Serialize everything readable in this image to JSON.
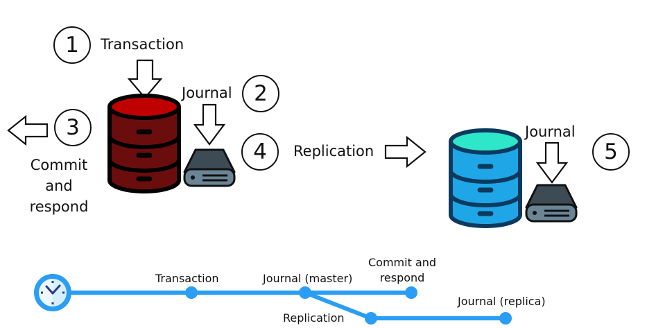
{
  "diagram": {
    "steps": [
      {
        "number": "1",
        "label": "Transaction"
      },
      {
        "number": "2",
        "label": "Journal"
      },
      {
        "number": "3",
        "label": "Commit and respond",
        "label_lines": [
          "Commit",
          "and",
          "respond"
        ]
      },
      {
        "number": "4",
        "label": "Replication"
      },
      {
        "number": "5",
        "label": "Journal"
      }
    ],
    "master": {
      "role": "master",
      "icon": "database-icon",
      "top_color": "#c00000",
      "body_color": "#6b0d0d",
      "outline_color": "#000000",
      "journal_label": "Journal",
      "journal_icon": "hard-drive-icon"
    },
    "replica": {
      "role": "replica",
      "icon": "database-icon",
      "top_color": "#2ee6c8",
      "body_color": "#1ea6e6",
      "outline_color": "#0b3a5e",
      "journal_label": "Journal",
      "journal_icon": "hard-drive-icon"
    },
    "drive_colors": {
      "top": "#3d4b55",
      "bottom": "#6a8596",
      "outline": "#111111"
    }
  },
  "timeline": {
    "icon": "clock-icon",
    "line_color": "#2a9df4",
    "events": [
      {
        "label": "Transaction",
        "branch": "main"
      },
      {
        "label": "Journal (master)",
        "branch": "main"
      },
      {
        "label": "Commit and respond",
        "label_lines": [
          "Commit and",
          "respond"
        ],
        "branch": "main"
      },
      {
        "label": "Replication",
        "branch": "replica"
      },
      {
        "label": "Journal (replica)",
        "branch": "replica"
      }
    ]
  }
}
